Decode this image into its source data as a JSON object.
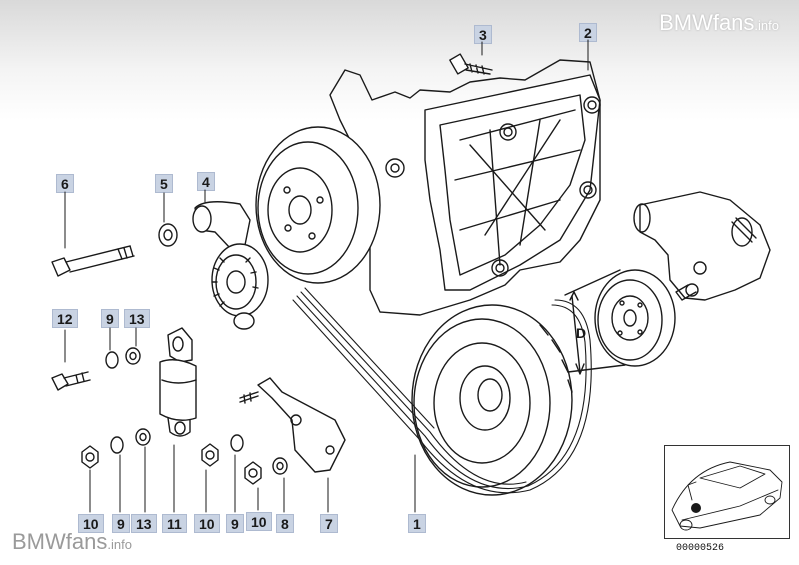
{
  "watermark": {
    "top_big": "BMWfans",
    "top_small": ".info",
    "bottom_big": "BMWfans",
    "bottom_small": ".info"
  },
  "callouts": [
    {
      "id": "c1",
      "text": "1"
    },
    {
      "id": "c2",
      "text": "2"
    },
    {
      "id": "c3",
      "text": "3"
    },
    {
      "id": "c4",
      "text": "4"
    },
    {
      "id": "c5",
      "text": "5"
    },
    {
      "id": "c6",
      "text": "6"
    },
    {
      "id": "c7",
      "text": "7"
    },
    {
      "id": "c8",
      "text": "8"
    },
    {
      "id": "c9a",
      "text": "9"
    },
    {
      "id": "c9b",
      "text": "9"
    },
    {
      "id": "c9c",
      "text": "9"
    },
    {
      "id": "c10a",
      "text": "10"
    },
    {
      "id": "c10b",
      "text": "10"
    },
    {
      "id": "c10c",
      "text": "10"
    },
    {
      "id": "c11",
      "text": "11"
    },
    {
      "id": "c12",
      "text": "12"
    },
    {
      "id": "c13a",
      "text": "13"
    },
    {
      "id": "c13b",
      "text": "13"
    }
  ],
  "dimension_label": "D",
  "inset": {
    "code": "00000526"
  },
  "colors": {
    "line": "#1a1a1a",
    "label_bg": "#c9d3e3"
  }
}
